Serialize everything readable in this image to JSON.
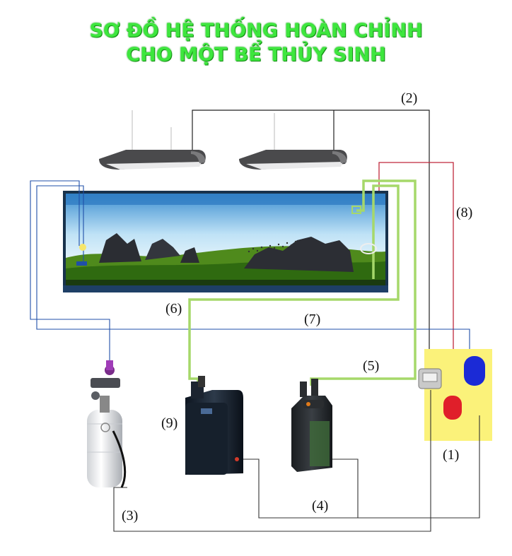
{
  "title": {
    "line1": "SƠ ĐỒ HỆ THỐNG HOÀN CHỈNH",
    "line2": "CHO MỘT BỂ THỦY SINH"
  },
  "labels": {
    "control_box": "(1)",
    "light_cable": "(2)",
    "co2_cable": "(3)",
    "power_cable": "(4)",
    "filter_pipe": "(5)",
    "chiller_in_pipe": "(6)",
    "co2_line": "(7)",
    "heater_line": "(8)",
    "chiller": "(9)"
  },
  "colors": {
    "title": "#3ee63e",
    "green_pipe": "#a6d86a",
    "blue_line": "#1f4fa8",
    "red_line": "#c0283c",
    "control_box": "#fbf27a",
    "dark_cable": "#222222"
  }
}
